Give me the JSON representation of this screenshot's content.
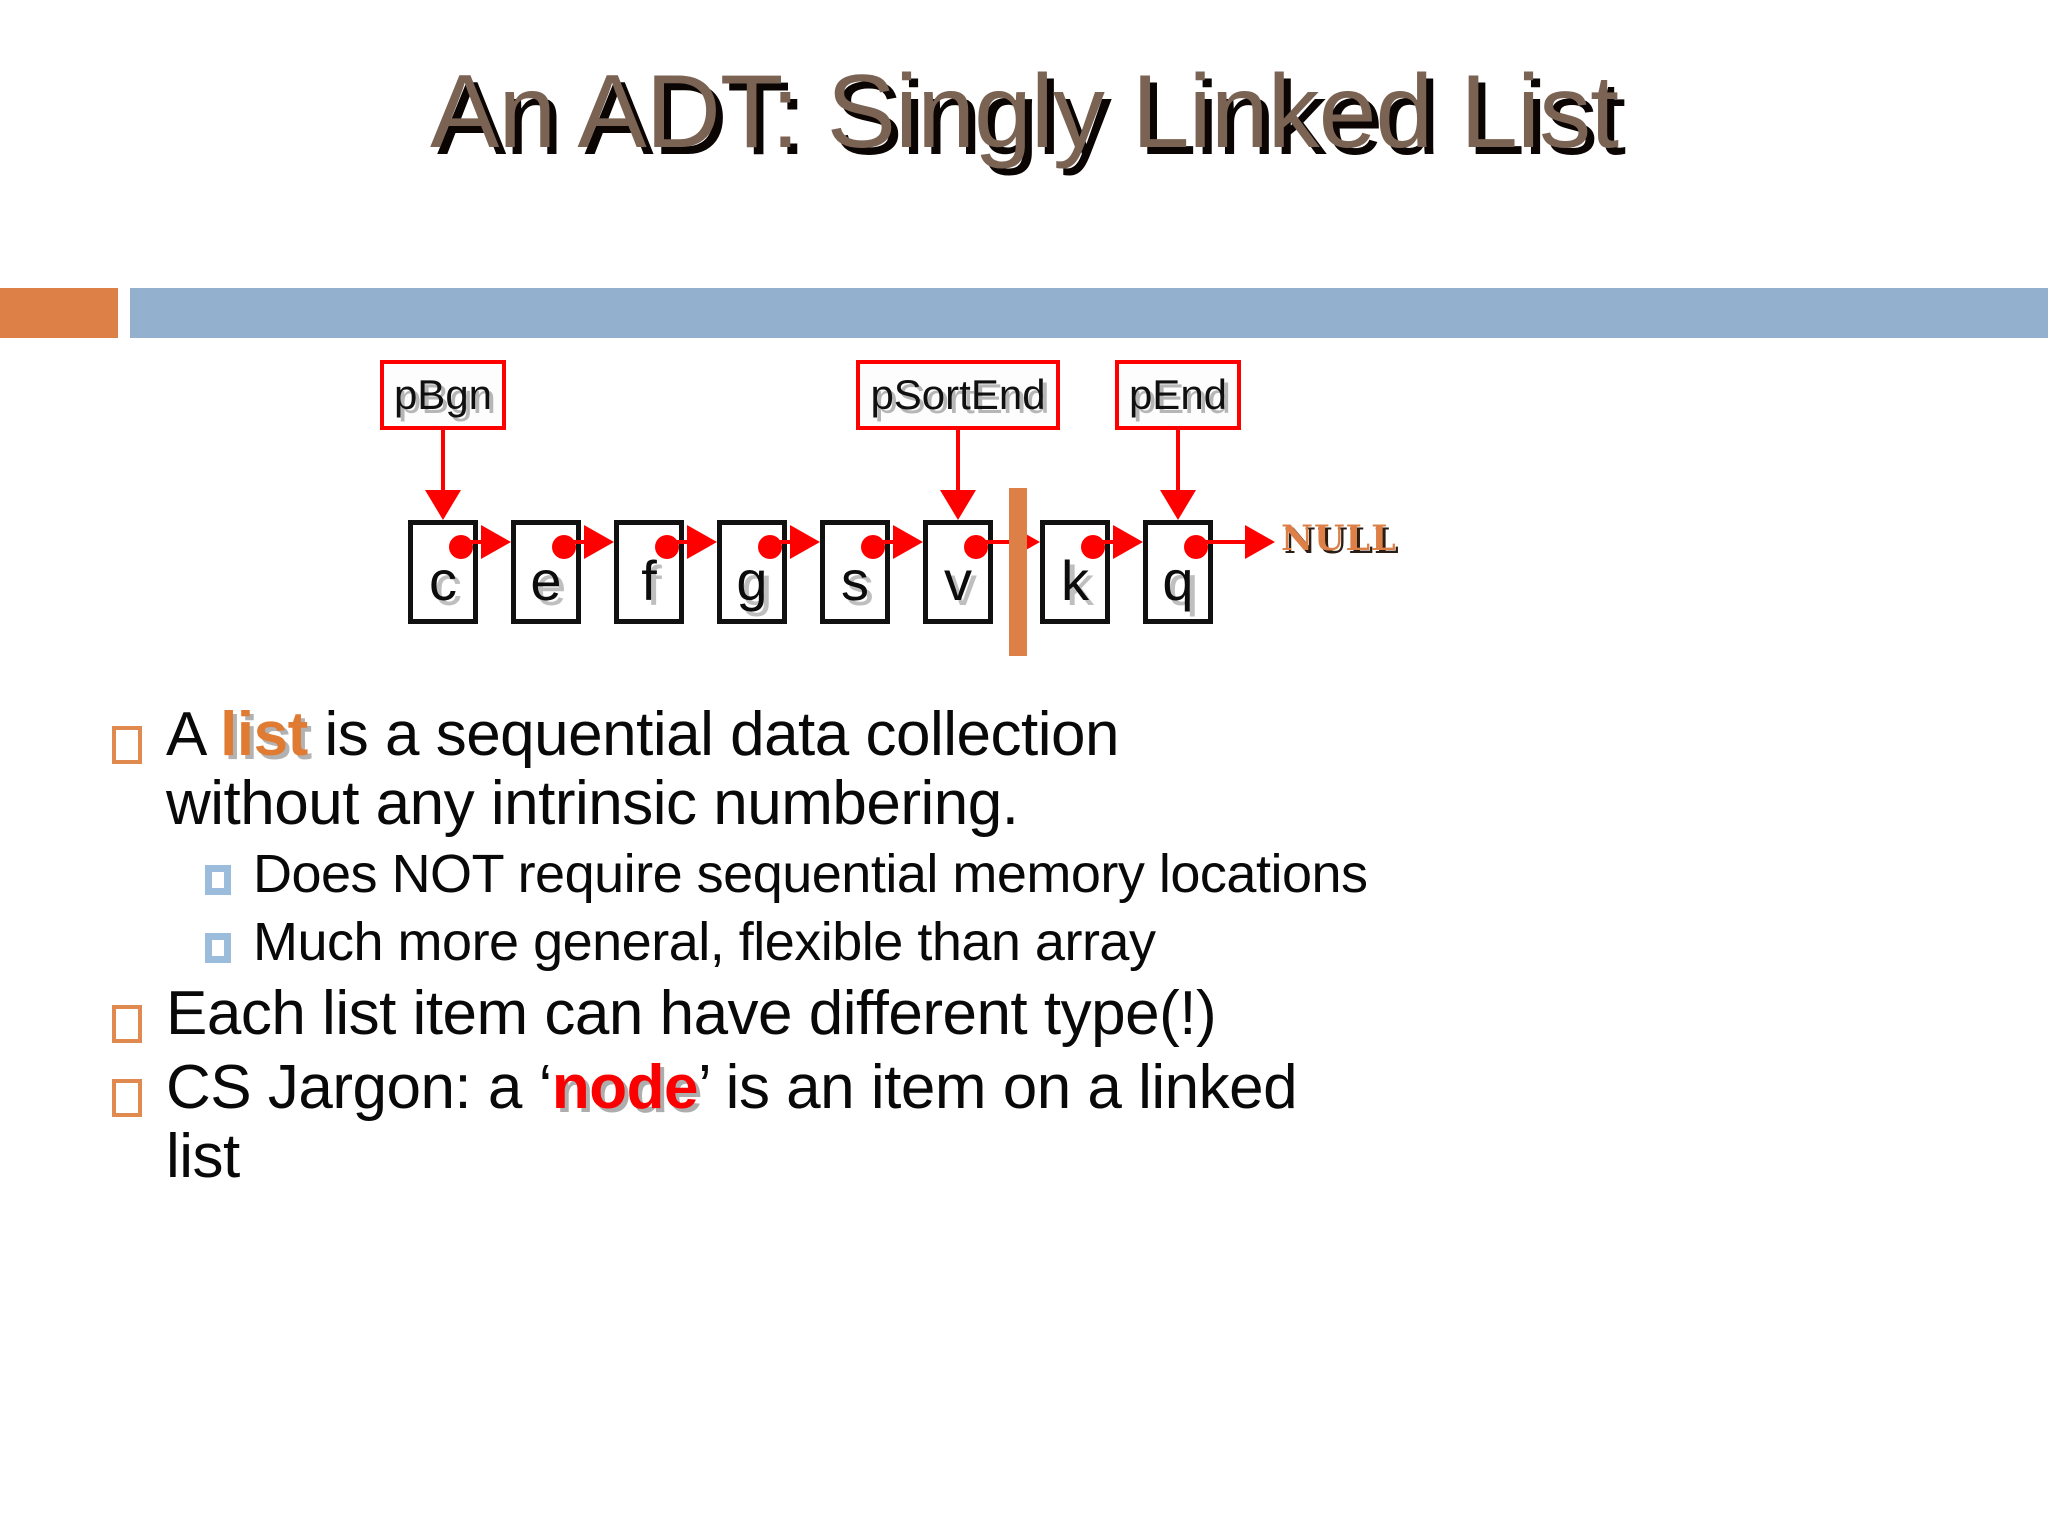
{
  "slide": {
    "title": "An ADT: Singly Linked List",
    "background_color": "#ffffff",
    "accent_orange": "#dd8047",
    "accent_blue": "#94b0cf",
    "title_color": "#7b6354"
  },
  "header_bars": {
    "orange_label": "accent-bar-orange",
    "blue_label": "accent-bar-blue"
  },
  "diagram": {
    "name": "singly-linked-list-diagram",
    "null_text": "NULL",
    "null_color": "#dd8047",
    "pointer_color": "#ff0000",
    "divider_color": "#dd8047",
    "nodes": [
      {
        "value": "c"
      },
      {
        "value": "e"
      },
      {
        "value": "f"
      },
      {
        "value": "g"
      },
      {
        "value": "s"
      },
      {
        "value": "v"
      },
      {
        "value": "k"
      },
      {
        "value": "q"
      }
    ],
    "pointers": [
      {
        "label": "pBgn",
        "target_index": 0
      },
      {
        "label": "pSortEnd",
        "target_index": 5
      },
      {
        "label": "pEnd",
        "target_index": 7
      }
    ]
  },
  "body": {
    "bullets": [
      {
        "level": 1,
        "marker": "hollow-orange-square",
        "parts": [
          {
            "text": "A ",
            "style": "plain"
          },
          {
            "text": "list",
            "style": "orange-bold"
          },
          {
            "text": " is a sequential data collection without any intrinsic numbering.",
            "style": "plain"
          }
        ]
      },
      {
        "level": 2,
        "marker": "blue-square",
        "parts": [
          {
            "text": "Does NOT require sequential memory locations",
            "style": "plain"
          }
        ]
      },
      {
        "level": 2,
        "marker": "blue-square",
        "parts": [
          {
            "text": "Much more general, flexible than array",
            "style": "plain"
          }
        ]
      },
      {
        "level": 1,
        "marker": "hollow-orange-square",
        "parts": [
          {
            "text": "Each list item can have different type(!)",
            "style": "plain"
          }
        ]
      },
      {
        "level": 1,
        "marker": "hollow-orange-square",
        "parts": [
          {
            "text": "CS Jargon: a ‘",
            "style": "plain"
          },
          {
            "text": "node",
            "style": "red-bold"
          },
          {
            "text": "’ is an item on a linked list",
            "style": "plain"
          }
        ]
      }
    ]
  }
}
